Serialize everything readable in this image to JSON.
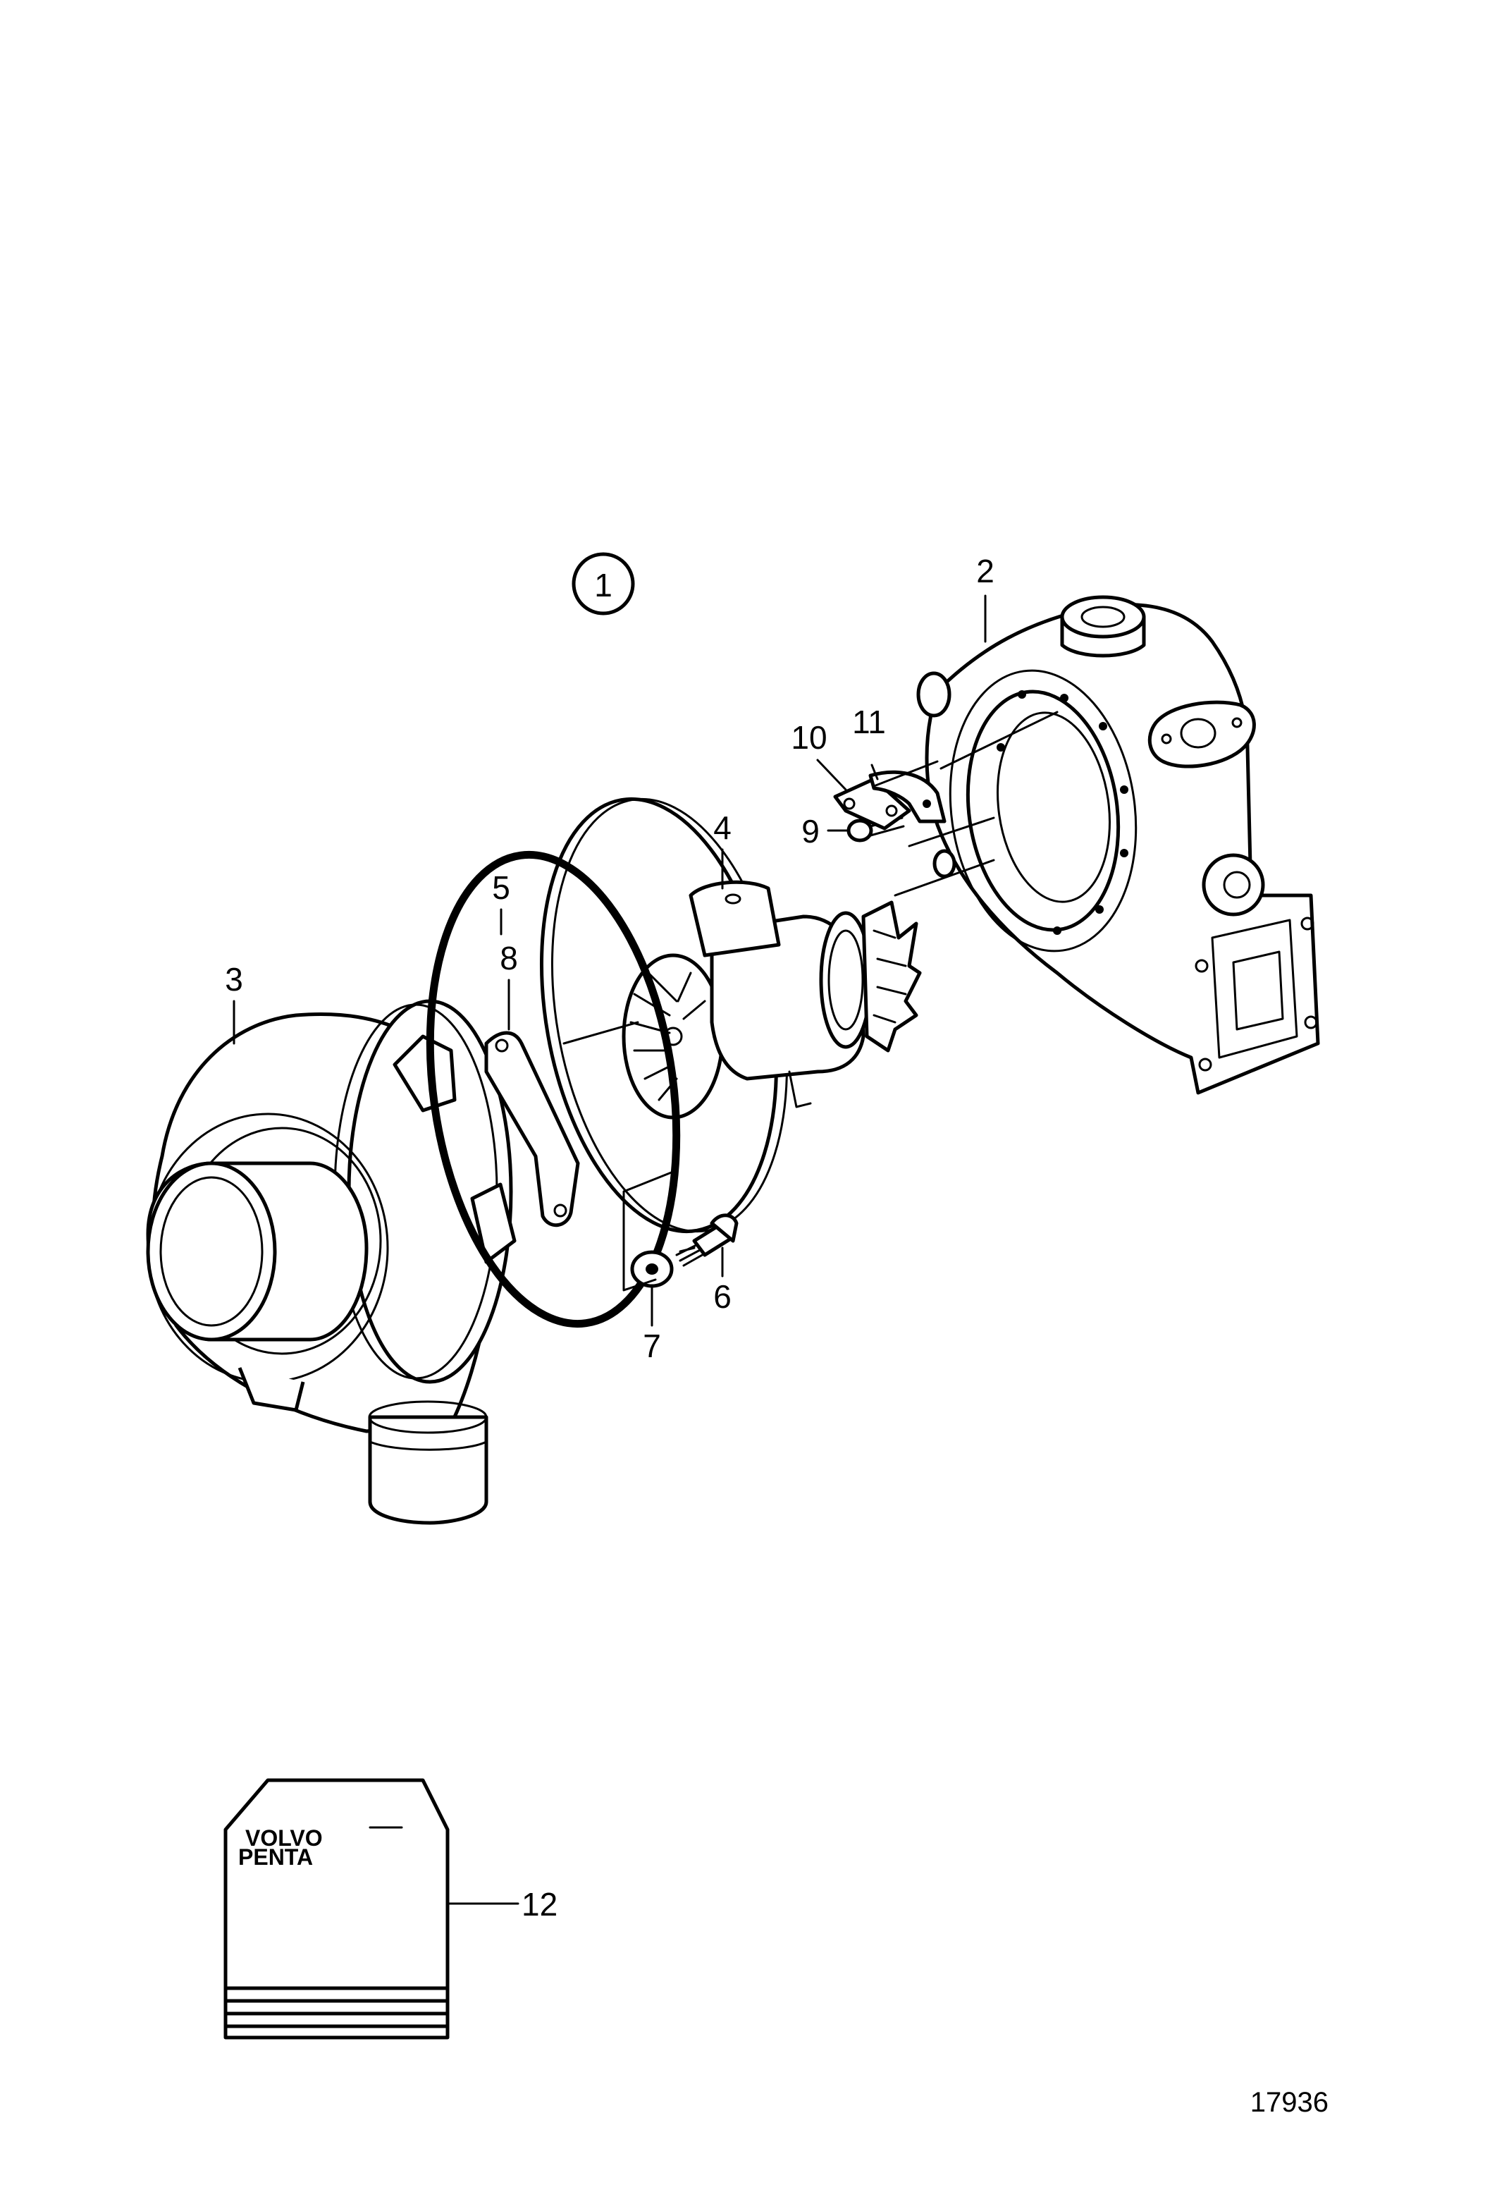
{
  "figure": {
    "group_marker": "1",
    "drawing_number": "17936",
    "manual_text": [
      "VOLVO",
      "PENTA"
    ],
    "callouts": [
      {
        "id": "c2",
        "label": "2"
      },
      {
        "id": "c3",
        "label": "3"
      },
      {
        "id": "c4",
        "label": "4"
      },
      {
        "id": "c5",
        "label": "5"
      },
      {
        "id": "c6",
        "label": "6"
      },
      {
        "id": "c7",
        "label": "7"
      },
      {
        "id": "c8",
        "label": "8"
      },
      {
        "id": "c9",
        "label": "9"
      },
      {
        "id": "c10",
        "label": "10"
      },
      {
        "id": "c11",
        "label": "11"
      },
      {
        "id": "c12",
        "label": "12"
      }
    ]
  }
}
